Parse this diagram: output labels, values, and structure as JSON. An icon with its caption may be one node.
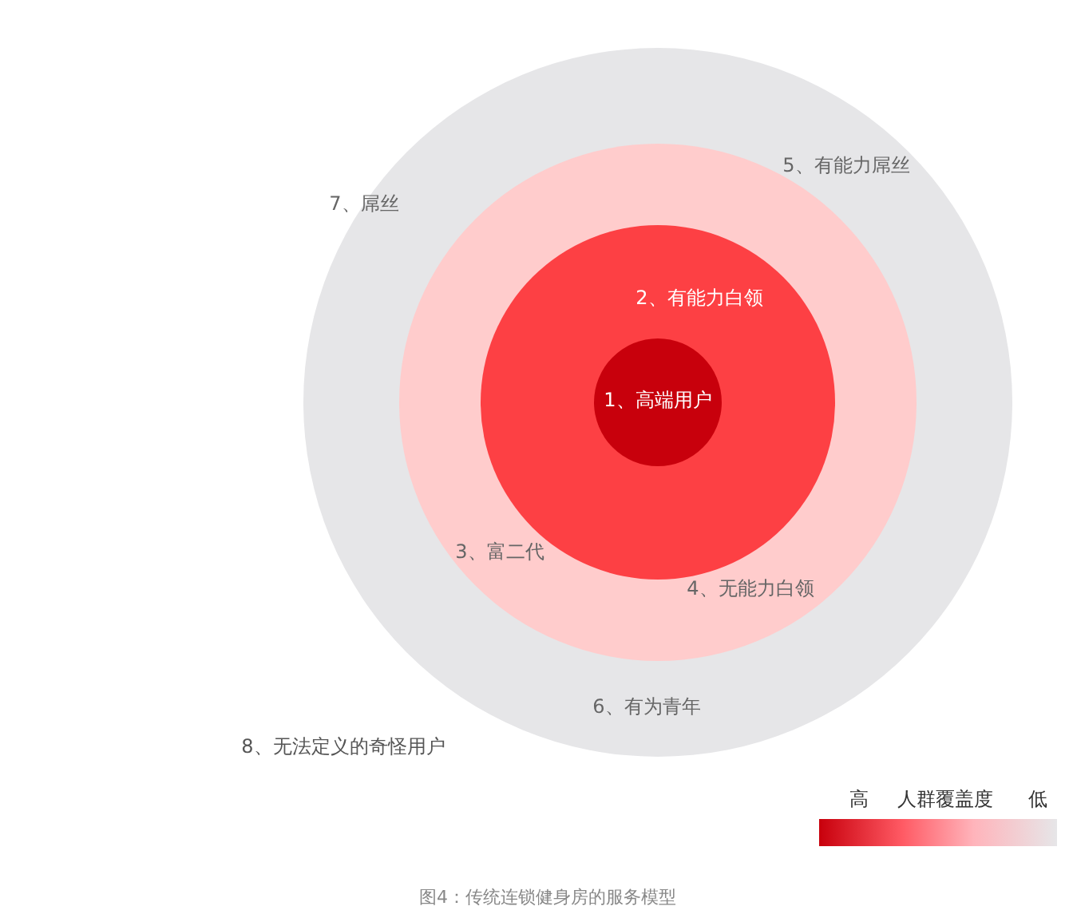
{
  "diagram": {
    "caption": "图4：传统连锁健身房的服务模型",
    "nodes": [
      {
        "text": [],
        "shape": "circle"
      },
      {
        "text": [],
        "shape": "circle",
        "in": 0
      },
      {
        "text": [],
        "shape": "circle",
        "in": 1
      },
      {
        "text": [],
        "shape": "circle",
        "in": 2
      },
      {
        "text": [],
        "shape": "bar",
        "beside": [
          "高",
          "人群覆盖度",
          "低"
        ]
      }
    ],
    "labels": [
      "5、有能力屌丝",
      "7、屌丝",
      "2、有能力白领",
      "1、高端用户",
      "3、富二代",
      "4、无能力白领",
      "6、有为青年",
      "8、无法定义的奇怪用户"
    ]
  }
}
